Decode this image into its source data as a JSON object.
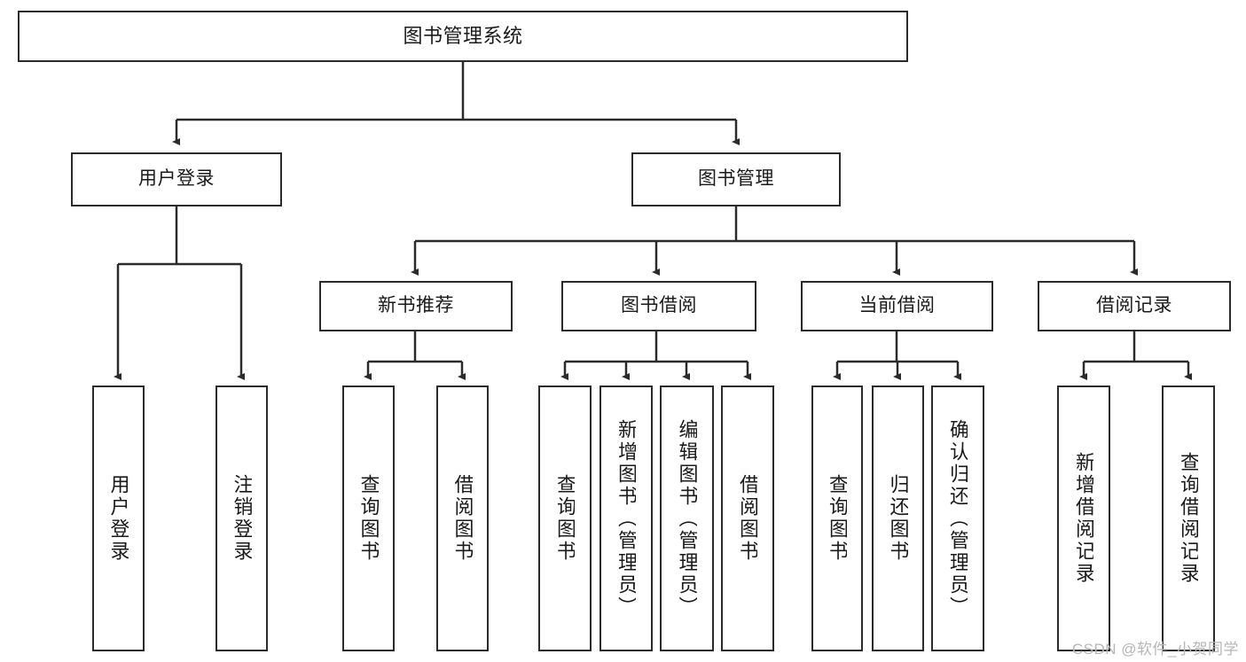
{
  "diagram": {
    "title": "图书管理系统",
    "type": "hierarchy-tree",
    "watermark": "CSDN @软件_小贺同学",
    "colors": {
      "box_border": "#2b2b2b",
      "box_fill": "#ffffff",
      "edge": "#2b2b2b",
      "text": "#1a1a1a",
      "watermark": "#b6b6b6"
    },
    "levels": {
      "level1": {
        "label": "图书管理系统"
      },
      "level2": [
        {
          "label": "用户登录"
        },
        {
          "label": "图书管理"
        }
      ],
      "level3": [
        {
          "label": "新书推荐"
        },
        {
          "label": "图书借阅"
        },
        {
          "label": "当前借阅"
        },
        {
          "label": "借阅记录"
        }
      ],
      "level4": {
        "user_login_children": [
          {
            "label": "用户登录"
          },
          {
            "label": "注销登录"
          }
        ],
        "new_book_children": [
          {
            "label": "查询图书"
          },
          {
            "label": "借阅图书"
          }
        ],
        "book_borrow_children": [
          {
            "label": "查询图书"
          },
          {
            "label": "新增图书（管理员）"
          },
          {
            "label": "编辑图书（管理员）"
          },
          {
            "label": "借阅图书"
          }
        ],
        "current_borrow_children": [
          {
            "label": "查询图书"
          },
          {
            "label": "归还图书"
          },
          {
            "label": "确认归还（管理员）"
          }
        ],
        "borrow_record_children": [
          {
            "label": "新增借阅记录"
          },
          {
            "label": "查询借阅记录"
          }
        ]
      }
    }
  }
}
